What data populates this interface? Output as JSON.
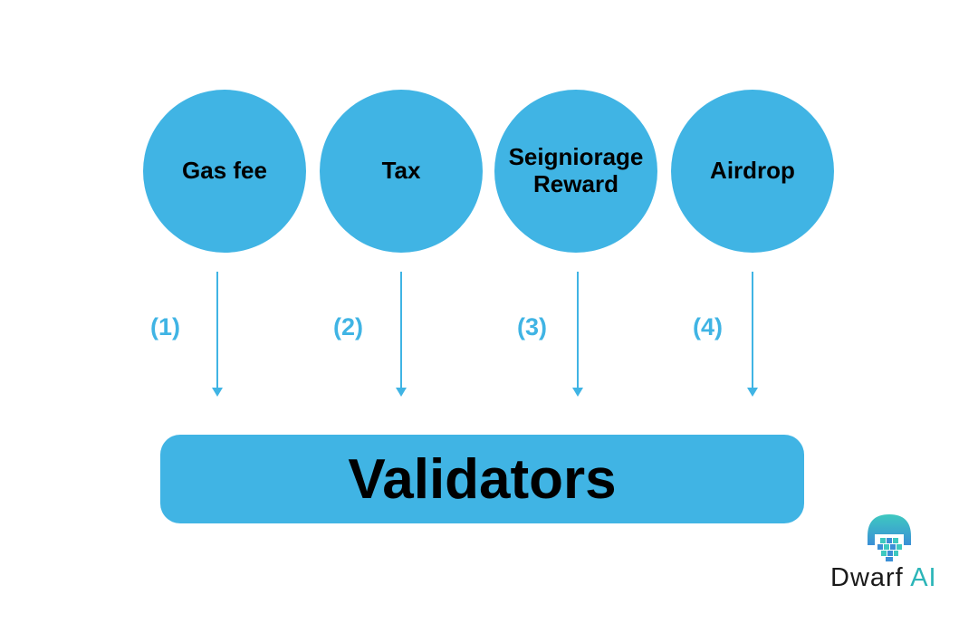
{
  "sources": [
    {
      "lines": [
        "Gas fee"
      ]
    },
    {
      "lines": [
        "Tax"
      ]
    },
    {
      "lines": [
        "Seigniorage",
        "Reward"
      ]
    },
    {
      "lines": [
        "Airdrop"
      ]
    }
  ],
  "steps": [
    "(1)",
    "(2)",
    "(3)",
    "(4)"
  ],
  "target": "Validators",
  "logo": {
    "name": "Dwarf",
    "suffix": "AI"
  },
  "colors": {
    "accent": "#40b4e4",
    "text": "#000000",
    "logo_accent": "#2bb5b8"
  }
}
